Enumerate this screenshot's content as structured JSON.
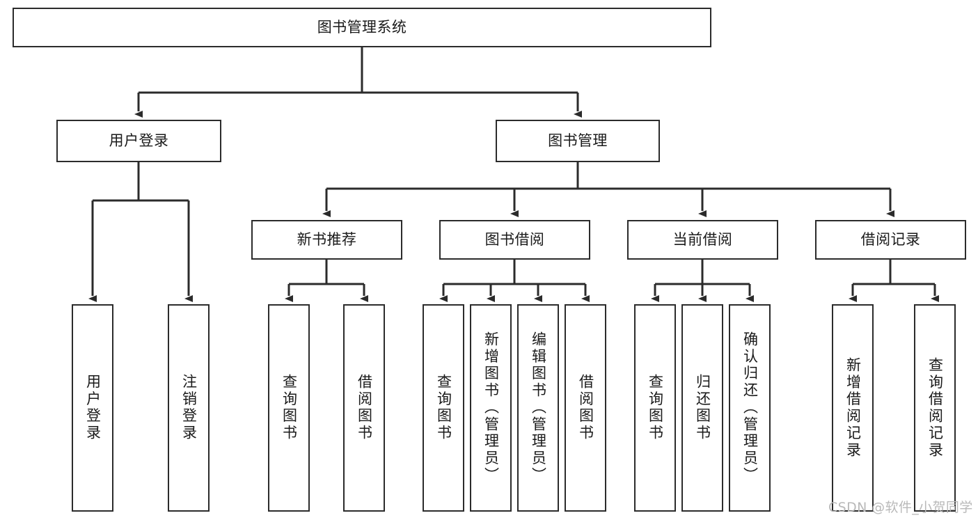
{
  "diagram": {
    "title": "图书管理系统",
    "type": "tree",
    "style": {
      "border_color": "#2b2b2b",
      "fill_color": "#ffffff",
      "text_color": "#1a1a1a",
      "edge_color": "#2b2b2b",
      "watermark_color": "#b9b9b9"
    },
    "nodes": {
      "root": {
        "label": "图书管理系统"
      },
      "level1": [
        {
          "id": "user-login",
          "label": "用户登录"
        },
        {
          "id": "book-manage",
          "label": "图书管理"
        }
      ],
      "level2": [
        {
          "id": "new-book-recommend",
          "label": "新书推荐"
        },
        {
          "id": "book-borrow",
          "label": "图书借阅"
        },
        {
          "id": "current-borrow",
          "label": "当前借阅"
        },
        {
          "id": "borrow-record",
          "label": "借阅记录"
        }
      ],
      "leaves": [
        {
          "id": "leaf-user-login",
          "label": "用户登录",
          "parent": "user-login"
        },
        {
          "id": "leaf-logout",
          "label": "注销登录",
          "parent": "user-login"
        },
        {
          "id": "leaf-query-book-1",
          "label": "查询图书",
          "parent": "new-book-recommend"
        },
        {
          "id": "leaf-borrow-book-1",
          "label": "借阅图书",
          "parent": "new-book-recommend"
        },
        {
          "id": "leaf-query-book-2",
          "label": "查询图书",
          "parent": "book-borrow"
        },
        {
          "id": "leaf-add-book",
          "label": "新增图书（管理员）",
          "parent": "book-borrow"
        },
        {
          "id": "leaf-edit-book",
          "label": "编辑图书（管理员）",
          "parent": "book-borrow"
        },
        {
          "id": "leaf-borrow-book-2",
          "label": "借阅图书",
          "parent": "book-borrow"
        },
        {
          "id": "leaf-query-book-3",
          "label": "查询图书",
          "parent": "current-borrow"
        },
        {
          "id": "leaf-return-book",
          "label": "归还图书",
          "parent": "current-borrow"
        },
        {
          "id": "leaf-confirm-return",
          "label": "确认归还（管理员）",
          "parent": "current-borrow"
        },
        {
          "id": "leaf-add-record",
          "label": "新增借阅记录",
          "parent": "borrow-record"
        },
        {
          "id": "leaf-query-record",
          "label": "查询借阅记录",
          "parent": "borrow-record"
        }
      ]
    },
    "watermark": "CSDN @软件_小贺同学"
  }
}
